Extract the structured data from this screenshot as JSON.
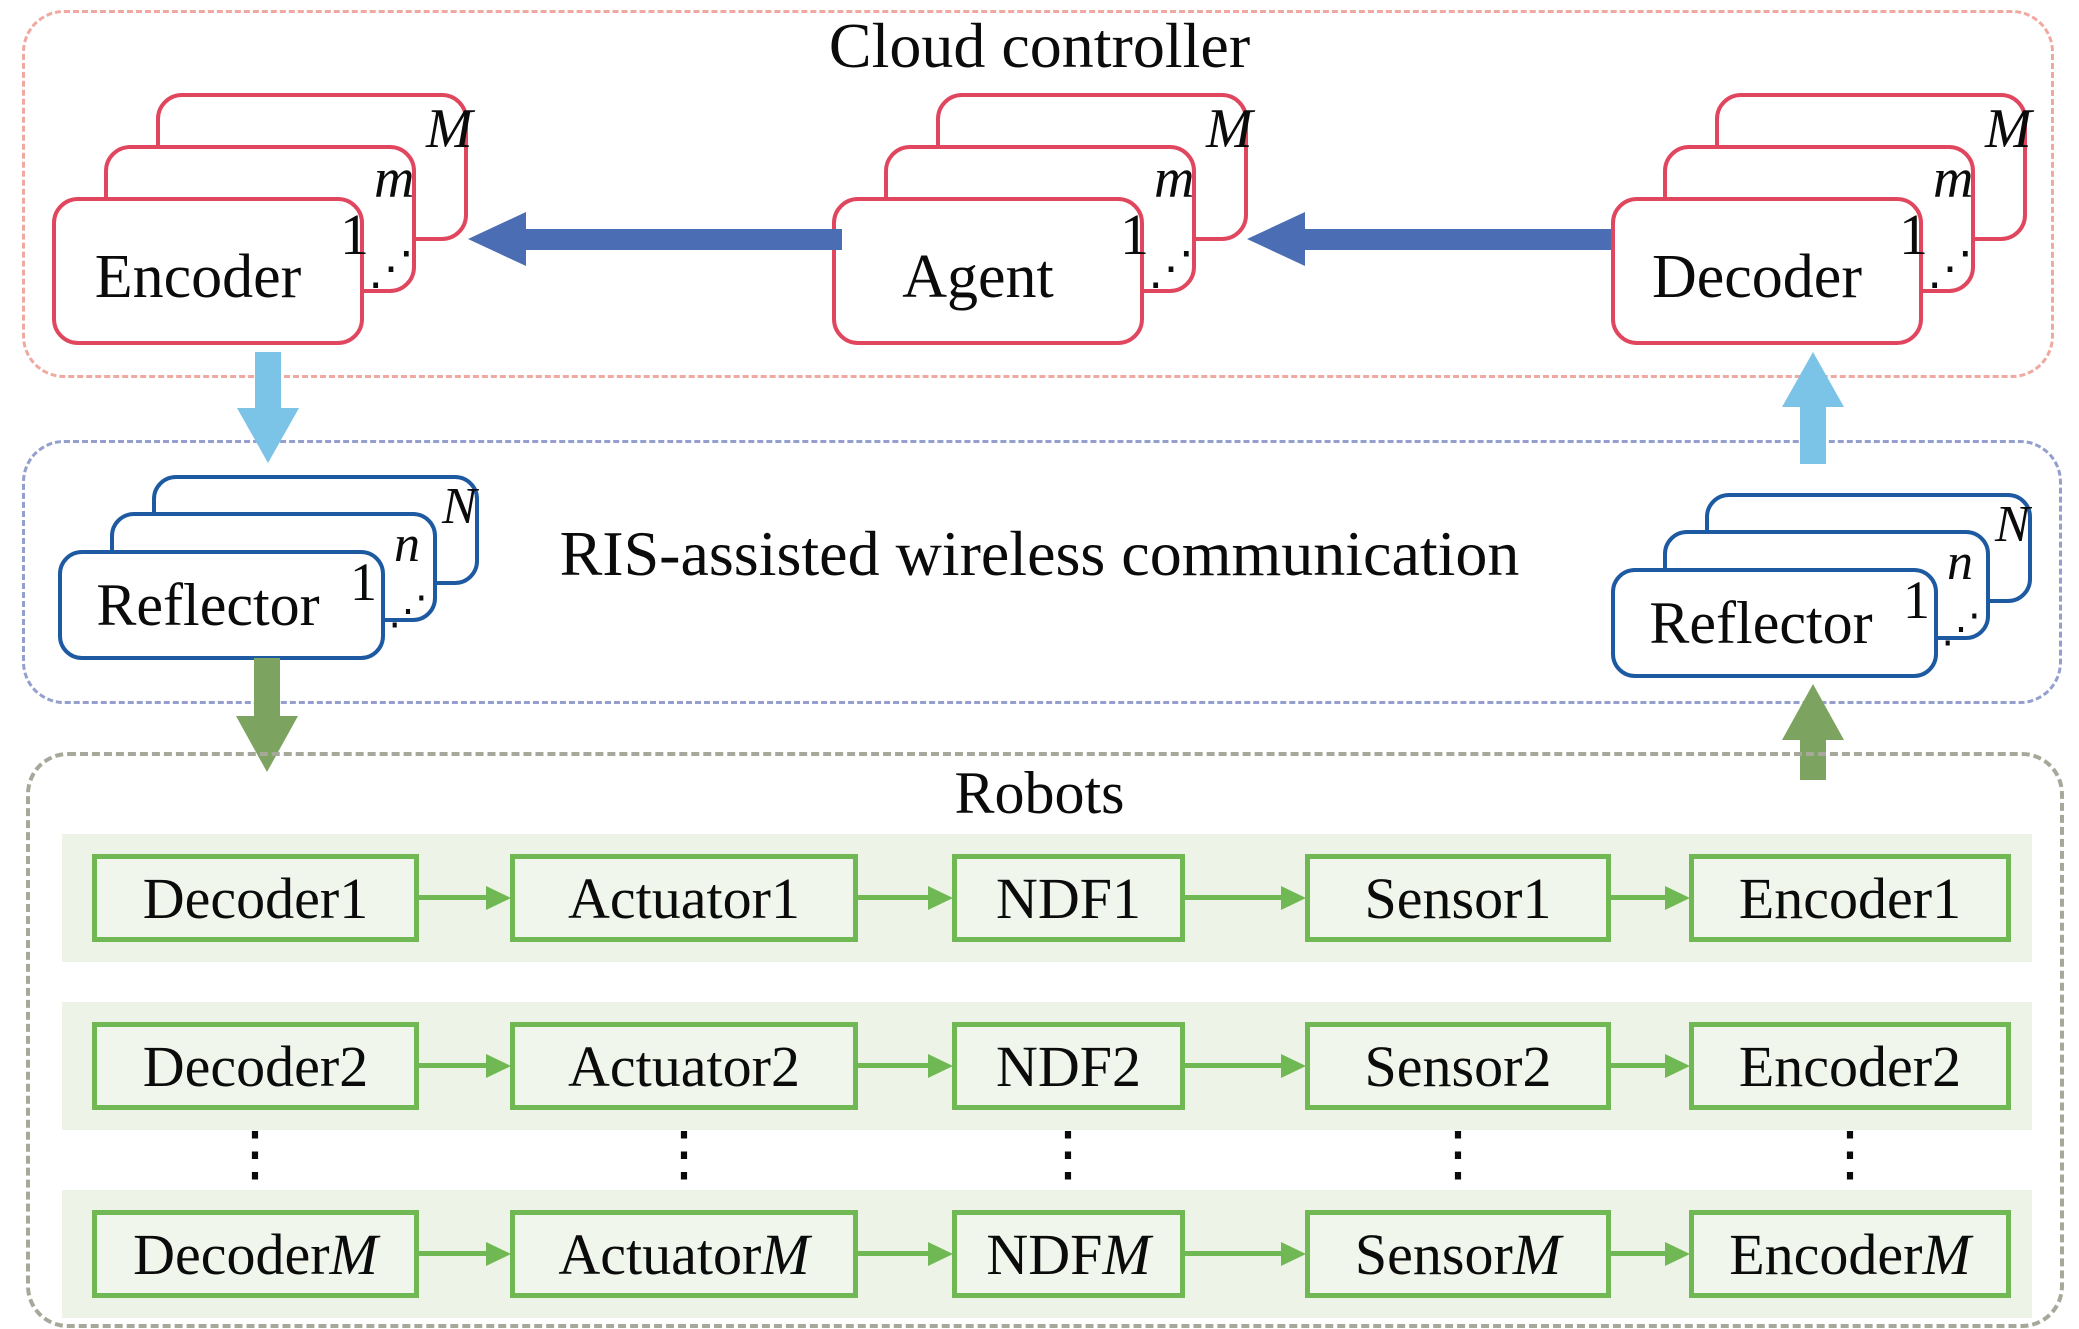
{
  "colors": {
    "card_border_red": "#e0475f",
    "cloud_dash_pink": "#f0a9a0",
    "steel_blue_arrow": "#4a6db4",
    "sky_blue_arrow": "#7cc3e8",
    "ris_dash_periwinkle": "#949fce",
    "reflector_border_blue": "#1d5aa1",
    "olive_green_arrow": "#7da361",
    "robots_dash_grey": "#a6a99a",
    "row_band_green": "#edf3e7",
    "box_border_green": "#6fb853",
    "box_fill_green": "#f1f6ec"
  },
  "cloud": {
    "title": "Cloud controller",
    "encoder_stack": {
      "label": "Encoder",
      "front_index": "1",
      "mid_index": "m",
      "back_index": "M",
      "dots": "⋰"
    },
    "agent_stack": {
      "label": "Agent",
      "front_index": "1",
      "mid_index": "m",
      "back_index": "M",
      "dots": "⋰"
    },
    "decoder_stack": {
      "label": "Decoder",
      "front_index": "1",
      "mid_index": "m",
      "back_index": "M",
      "dots": "⋰"
    }
  },
  "ris": {
    "title": "RIS-assisted wireless communication",
    "left_stack": {
      "label": "Reflector",
      "front_index": "1",
      "mid_index": "n",
      "back_index": "N",
      "dots": "⋰"
    },
    "right_stack": {
      "label": "Reflector",
      "front_index": "1",
      "mid_index": "n",
      "back_index": "N",
      "dots": "⋰"
    }
  },
  "robots": {
    "title": "Robots",
    "ellipsis": "⋮",
    "rows": [
      {
        "cells": [
          {
            "base": "Decoder",
            "idx": "1"
          },
          {
            "base": "Actuator",
            "idx": "1"
          },
          {
            "base": "NDF",
            "idx": "1"
          },
          {
            "base": "Sensor",
            "idx": "1"
          },
          {
            "base": "Encoder",
            "idx": "1"
          }
        ]
      },
      {
        "cells": [
          {
            "base": "Decoder",
            "idx": "2"
          },
          {
            "base": "Actuator",
            "idx": "2"
          },
          {
            "base": "NDF",
            "idx": "2"
          },
          {
            "base": "Sensor",
            "idx": "2"
          },
          {
            "base": "Encoder",
            "idx": "2"
          }
        ]
      },
      {
        "cells": [
          {
            "base": "Decoder",
            "idx": "M"
          },
          {
            "base": "Actuator",
            "idx": "M"
          },
          {
            "base": "NDF",
            "idx": "M"
          },
          {
            "base": "Sensor",
            "idx": "M"
          },
          {
            "base": "Encoder",
            "idx": "M"
          }
        ]
      }
    ]
  }
}
